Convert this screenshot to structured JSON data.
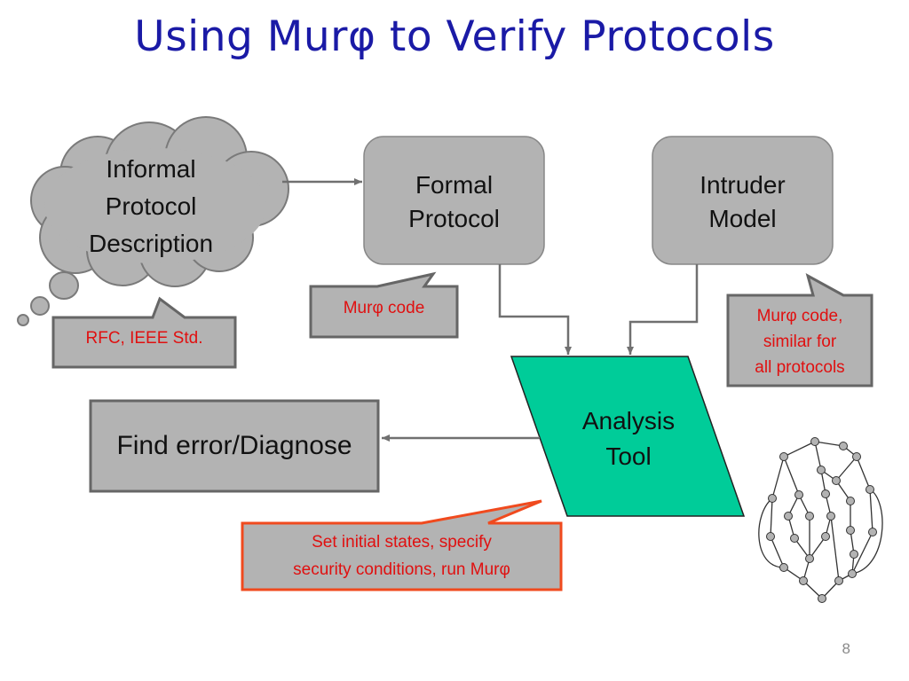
{
  "title": "Using Murφ to Verify Protocols",
  "nodes": {
    "informal": [
      "Informal",
      "Protocol",
      "Description"
    ],
    "formal": [
      "Formal",
      "Protocol"
    ],
    "intruder": [
      "Intruder",
      "Model"
    ],
    "analysis": [
      "Analysis",
      "Tool"
    ],
    "find_error": "Find error/Diagnose"
  },
  "callouts": {
    "rfc": "RFC, IEEE Std.",
    "murphi_code": "Murφ code",
    "murphi_similar": [
      "Murφ code,",
      "similar for",
      "all protocols"
    ],
    "set_initial": [
      "Set initial states, specify",
      "security conditions, run Murφ"
    ]
  },
  "page_number": "8",
  "colors": {
    "title": "#1a1aa6",
    "box_fill": "#b3b3b3",
    "analysis_fill": "#00cc99",
    "callout_text": "#e01010",
    "highlight_border": "#f04a1e"
  }
}
